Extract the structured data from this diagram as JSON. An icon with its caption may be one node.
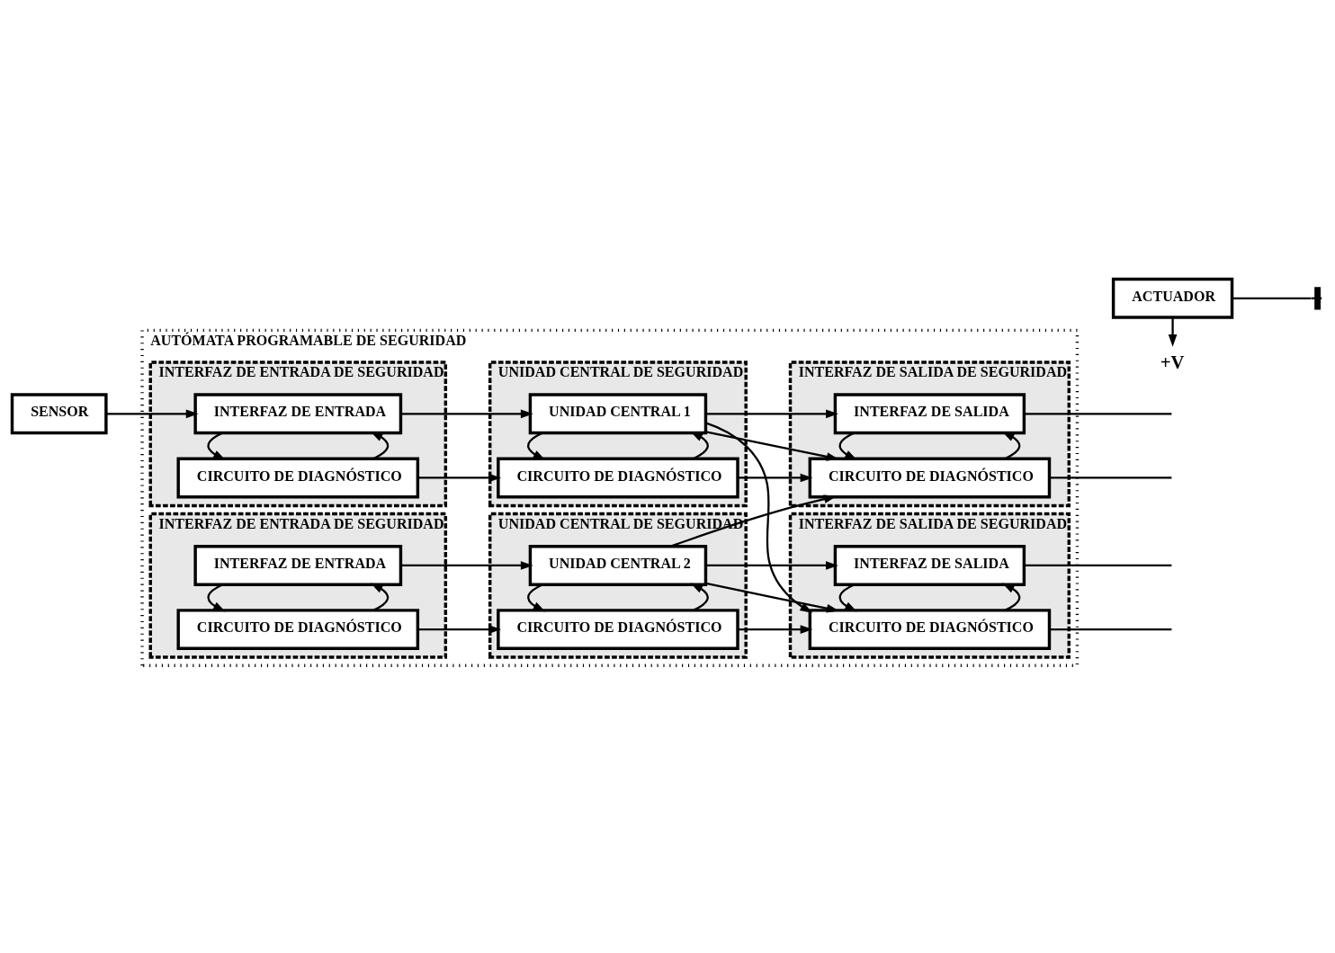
{
  "diagram": {
    "nodes": [
      {
        "text": [
          "SENSOR"
        ]
      },
      {
        "text": [
          "AUTÓMATA PROGRAMABLE DE SEGURIDAD"
        ]
      },
      {
        "text": [
          "INTERFAZ DE ENTRADA DE SEGURIDAD"
        ],
        "in": 1
      },
      {
        "text": [
          "INTERFAZ DE ENTRADA"
        ],
        "in": 2
      },
      {
        "text": [
          "CIRCUITO DE DIAGNÓSTICO"
        ],
        "in": 2
      },
      {
        "text": [
          "UNIDAD CENTRAL DE SEGURIDAD"
        ],
        "in": 1
      },
      {
        "text": [
          "UNIDAD CENTRAL 1"
        ],
        "in": 5
      },
      {
        "text": [
          "CIRCUITO DE DIAGNÓSTICO"
        ],
        "in": 5
      },
      {
        "text": [
          "INTERFAZ DE SALIDA DE SEGURIDAD"
        ],
        "in": 1
      },
      {
        "text": [
          "INTERFAZ DE SALIDA"
        ],
        "in": 8
      },
      {
        "text": [
          "CIRCUITO DE DIAGNÓSTICO"
        ],
        "in": 8
      },
      {
        "text": [
          "INTERFAZ DE ENTRADA DE SEGURIDAD"
        ],
        "in": 1
      },
      {
        "text": [
          "INTERFAZ DE ENTRADA"
        ],
        "in": 11
      },
      {
        "text": [
          "CIRCUITO DE DIAGNÓSTICO"
        ],
        "in": 11
      },
      {
        "text": [
          "UNIDAD CENTRAL DE SEGURIDAD"
        ],
        "in": 1
      },
      {
        "text": [
          "UNIDAD CENTRAL 2"
        ],
        "in": 14
      },
      {
        "text": [
          "CIRCUITO DE DIAGNÓSTICO"
        ],
        "in": 14
      },
      {
        "text": [
          "INTERFAZ DE SALIDA DE SEGURIDAD"
        ],
        "in": 1
      },
      {
        "text": [
          "INTERFAZ DE SALIDA"
        ],
        "in": 17
      },
      {
        "text": [
          "CIRCUITO DE DIAGNÓSTICO"
        ],
        "in": 17
      },
      {
        "text": [
          "+V"
        ]
      },
      {
        "text": [
          "ACTUADOR"
        ]
      }
    ],
    "edges": [
      {
        "from": 0,
        "to": 3,
        "arrow": "to"
      },
      {
        "from": 4,
        "to": 3,
        "arrow": "to"
      },
      {
        "from": 3,
        "to": 4,
        "arrow": "to"
      },
      {
        "from": 3,
        "to": 6,
        "arrow": "to"
      },
      {
        "from": 4,
        "to": 7,
        "arrow": "to"
      },
      {
        "from": 7,
        "to": 6,
        "arrow": "to"
      },
      {
        "from": 6,
        "to": 7,
        "arrow": "to"
      },
      {
        "from": 6,
        "to": 9,
        "arrow": "to"
      },
      {
        "from": 6,
        "to": 10,
        "arrow": "to"
      },
      {
        "from": 6,
        "to": 19,
        "arrow": "to"
      },
      {
        "from": 7,
        "to": 10,
        "arrow": "to"
      },
      {
        "from": 10,
        "to": 9,
        "arrow": "to"
      },
      {
        "from": 9,
        "to": 10,
        "arrow": "to"
      },
      {
        "from": 12,
        "to": 15,
        "arrow": "to"
      },
      {
        "from": 13,
        "to": 12,
        "arrow": "to"
      },
      {
        "from": 12,
        "to": 13,
        "arrow": "to"
      },
      {
        "from": 13,
        "to": 16,
        "arrow": "to"
      },
      {
        "from": 16,
        "to": 15,
        "arrow": "to"
      },
      {
        "from": 15,
        "to": 16,
        "arrow": "to"
      },
      {
        "from": 15,
        "to": 10,
        "arrow": "to"
      },
      {
        "from": 15,
        "to": 18,
        "arrow": "to"
      },
      {
        "from": 15,
        "to": 19,
        "arrow": "to"
      },
      {
        "from": 16,
        "to": 19,
        "arrow": "to"
      },
      {
        "from": 19,
        "to": 18,
        "arrow": "to"
      },
      {
        "from": 18,
        "to": 19,
        "arrow": "to"
      },
      {
        "from": 9,
        "to": null,
        "arrow": "none"
      },
      {
        "from": 10,
        "to": null,
        "arrow": "none"
      },
      {
        "from": 18,
        "to": null,
        "arrow": "none"
      },
      {
        "from": 19,
        "to": null,
        "arrow": "none"
      },
      {
        "from": 21,
        "to": 20,
        "arrow": "to"
      },
      {
        "from": 21,
        "to": null,
        "arrow": "other"
      }
    ]
  }
}
